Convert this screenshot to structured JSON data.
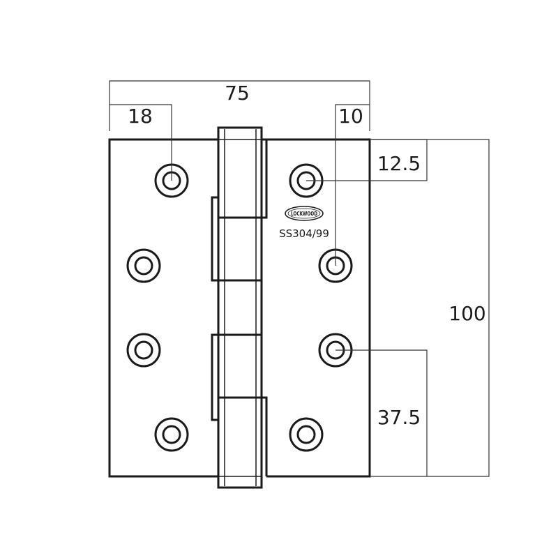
{
  "dimensions": {
    "overall_width": "75",
    "left_hole_offset": "18",
    "right_hole_offset": "10",
    "top_hole_offset": "12.5",
    "height": "100",
    "bottom_hole_spacing": "37.5"
  },
  "marking": {
    "brand": "LOCKWOOD",
    "grade": "SS304/99"
  }
}
